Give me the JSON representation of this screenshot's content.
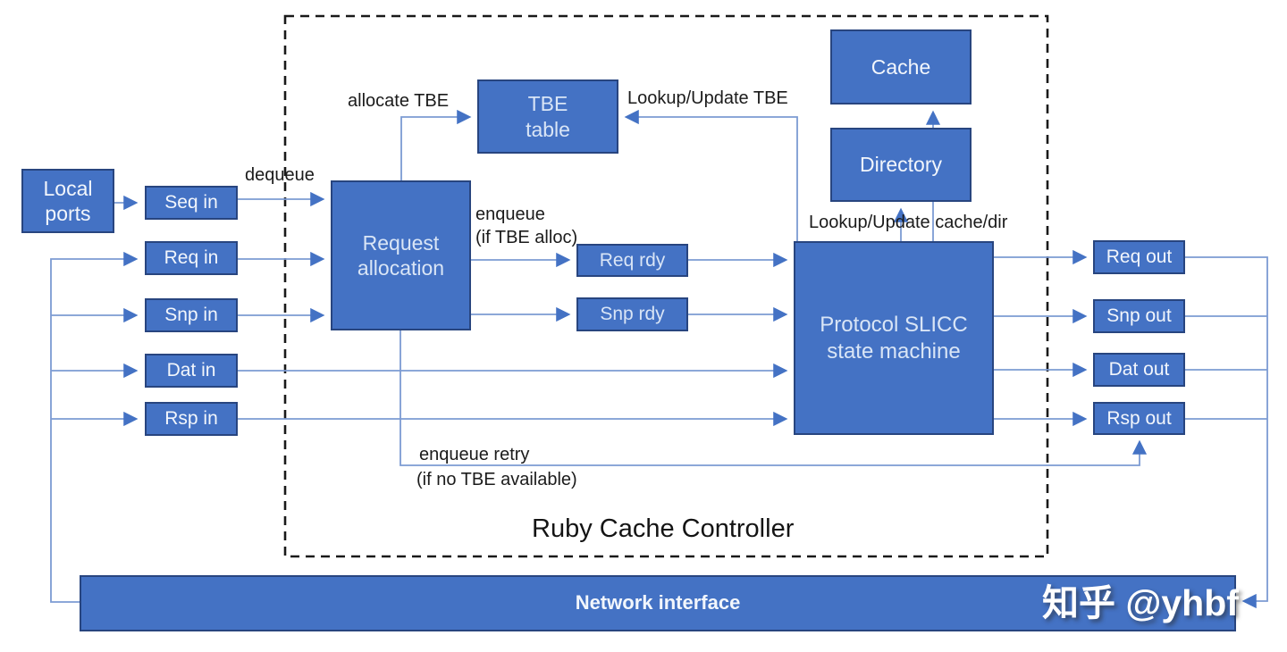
{
  "title": "Ruby Cache Controller",
  "watermark": "知乎 @yhbf",
  "nodes": {
    "local_ports": "Local\nports",
    "seq_in": "Seq in",
    "req_in": "Req in",
    "snp_in": "Snp in",
    "dat_in": "Dat in",
    "rsp_in": "Rsp in",
    "request_allocation": "Request\nallocation",
    "tbe_table": "TBE\ntable",
    "req_rdy": "Req rdy",
    "snp_rdy": "Snp rdy",
    "cache": "Cache",
    "directory": "Directory",
    "slicc": "Protocol SLICC\nstate machine",
    "req_out": "Req out",
    "snp_out": "Snp out",
    "dat_out": "Dat out",
    "rsp_out": "Rsp out",
    "network_interface": "Network interface"
  },
  "labels": {
    "dequeue": "dequeue",
    "allocate_tbe": "allocate TBE",
    "lookup_update_tbe": "Lookup/Update TBE",
    "enqueue": "enqueue",
    "enqueue_cond": "(if TBE alloc)",
    "lookup_update_cache_dir": "Lookup/Update cache/dir",
    "enqueue_retry": "enqueue retry",
    "enqueue_retry_cond": "(if no TBE available)"
  },
  "colors": {
    "box_fill": "#4472C4",
    "box_border": "#28457F",
    "connector": "#7C9BD3",
    "arrowhead": "#4472C4",
    "dashed_border": "#191919",
    "label_text": "#1B1B1B",
    "box_text": "#F2F6FC"
  }
}
